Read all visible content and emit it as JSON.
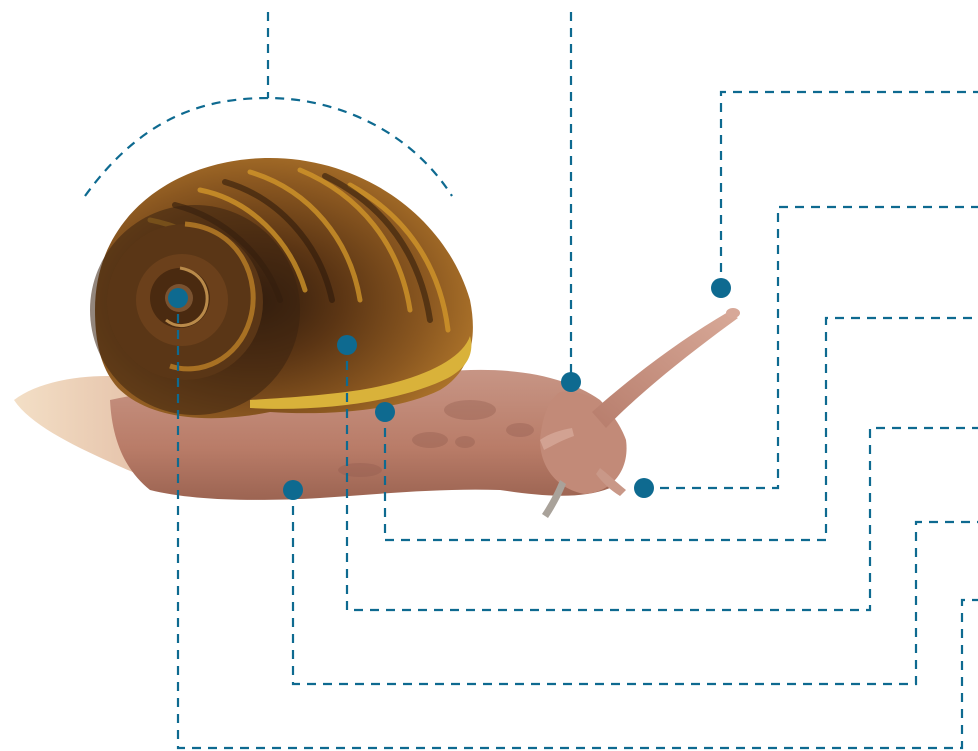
{
  "colors": {
    "leader_line": "#0e6a90",
    "marker_dot": "#0e6a90",
    "shell_dark": "#3a2414",
    "shell_mid": "#7a4a1c",
    "shell_band": "#d69a2a",
    "body": "#c98f7a",
    "body_dark": "#8f5a4c",
    "foot_pale": "#ecd3b8"
  },
  "diagram": {
    "subject": "snail",
    "labels": [],
    "callouts": [
      {
        "id": "shell-curve",
        "text": ""
      },
      {
        "id": "mantle",
        "text": ""
      },
      {
        "id": "upper-tentacle",
        "text": ""
      },
      {
        "id": "lower-tentacle",
        "text": ""
      },
      {
        "id": "breathing-pore",
        "text": ""
      },
      {
        "id": "shell-whorl",
        "text": ""
      },
      {
        "id": "foot",
        "text": ""
      },
      {
        "id": "shell-apex",
        "text": ""
      }
    ]
  }
}
